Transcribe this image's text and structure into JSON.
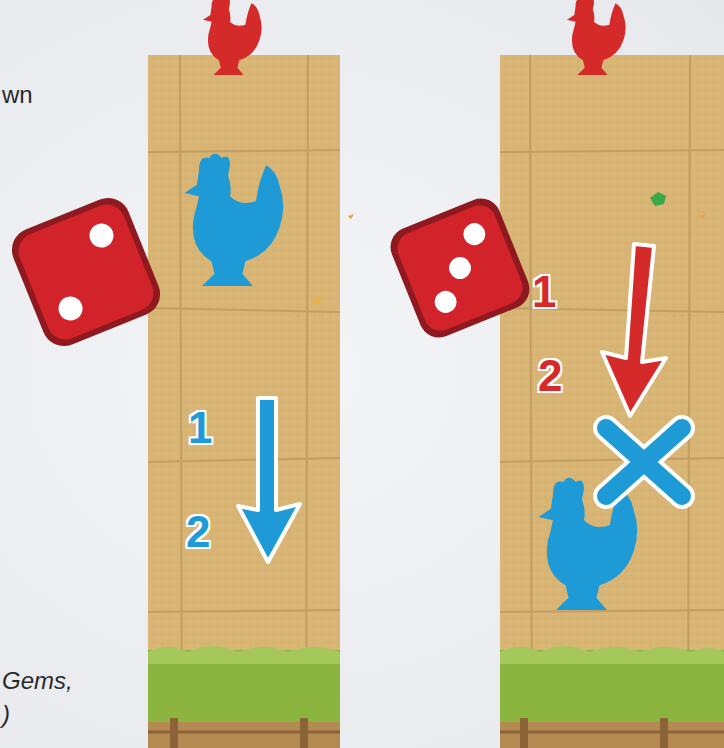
{
  "diagram": {
    "labels": [
      "wn",
      "Gems,",
      ")",
      "1",
      "2",
      "1",
      "2"
    ]
  }
}
